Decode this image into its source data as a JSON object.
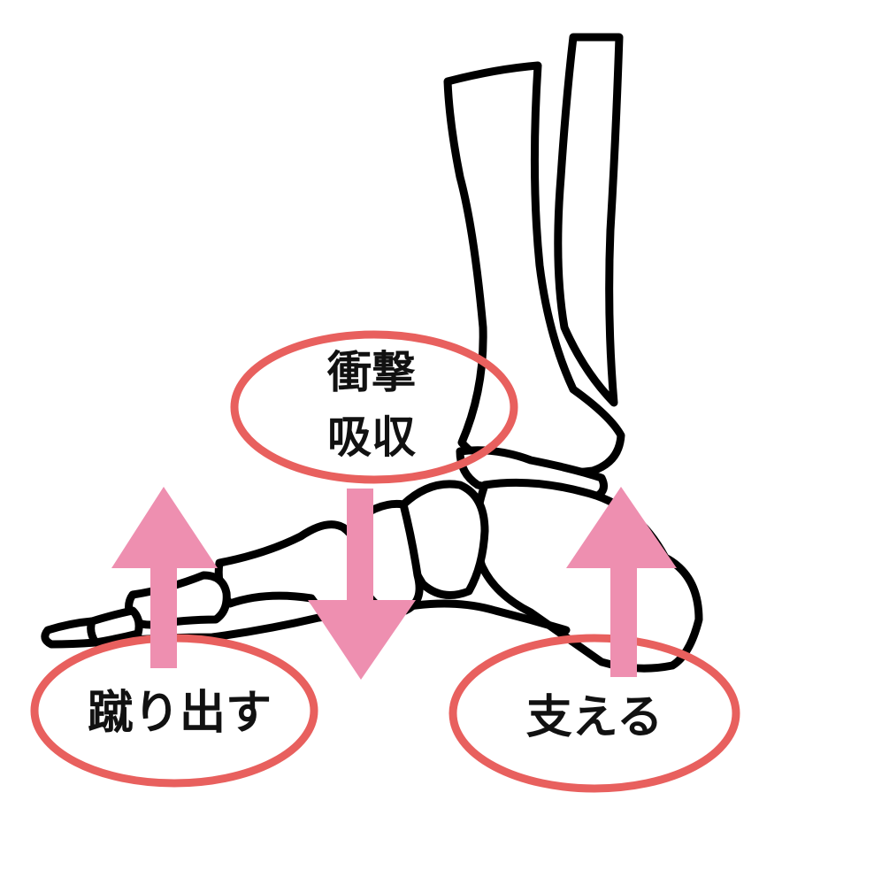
{
  "labels": {
    "shock_absorb_line1": "衝撃",
    "shock_absorb_line2": "吸収",
    "push_off": "蹴り出す",
    "support": "支える"
  },
  "colors": {
    "background": "#ffffff",
    "bone_outline": "#000000",
    "circle": "#e8605e",
    "arrow": "#ee8fb0",
    "text": "#111111"
  },
  "icons": {
    "up_arrow": "arrow-up-icon",
    "down_arrow": "arrow-down-icon"
  }
}
